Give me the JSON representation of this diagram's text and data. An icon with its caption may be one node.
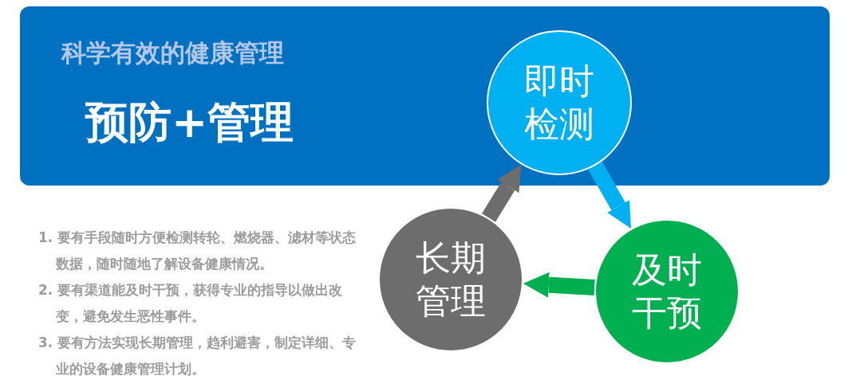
{
  "diagram": {
    "nodes": [
      {
        "text": [
          "科学有效的健康管理",
          "预防+管理"
        ]
      },
      {
        "text": [
          "即时检测"
        ],
        "in": 0
      },
      {
        "text": [
          "及时干预"
        ]
      },
      {
        "text": [
          "长期管理"
        ]
      }
    ],
    "edges": [
      {
        "from": 1,
        "to": 2,
        "arrow": "to",
        "color": "#00b0f0"
      },
      {
        "from": 2,
        "to": 3,
        "arrow": "to",
        "color": "#00b050"
      },
      {
        "from": 3,
        "to": 1,
        "arrow": "to",
        "color": "#6d6d6d"
      }
    ],
    "labels": [
      "1. 要有手段随时方便检测转轮、燃烧器、滤材等状态数据，随时随地了解设备健康情况。",
      "2. 要有渠道能及时干预，获得专业的指导以做出改变，避免发生恶性事件。",
      "3. 要有方法实现长期管理，趋利避害，制定详细、专业的设备健康管理计划。"
    ]
  }
}
